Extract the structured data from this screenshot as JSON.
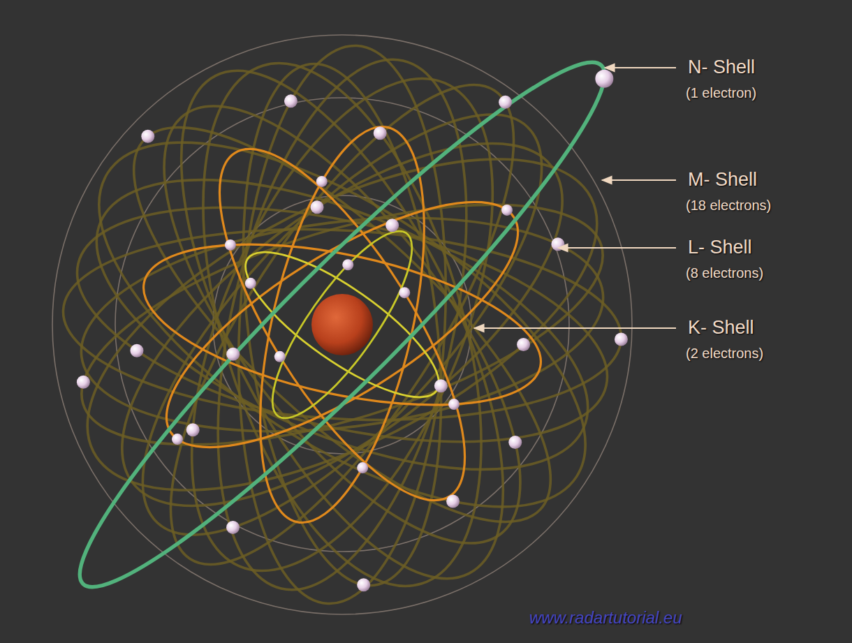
{
  "diagram": {
    "labels": [
      "N- Shell",
      "(1 electron)",
      "M- Shell",
      "(18 electrons)",
      "L- Shell",
      "(8 electrons)",
      "K- Shell",
      "(2 electrons)",
      "www.radartutorial.eu"
    ]
  }
}
